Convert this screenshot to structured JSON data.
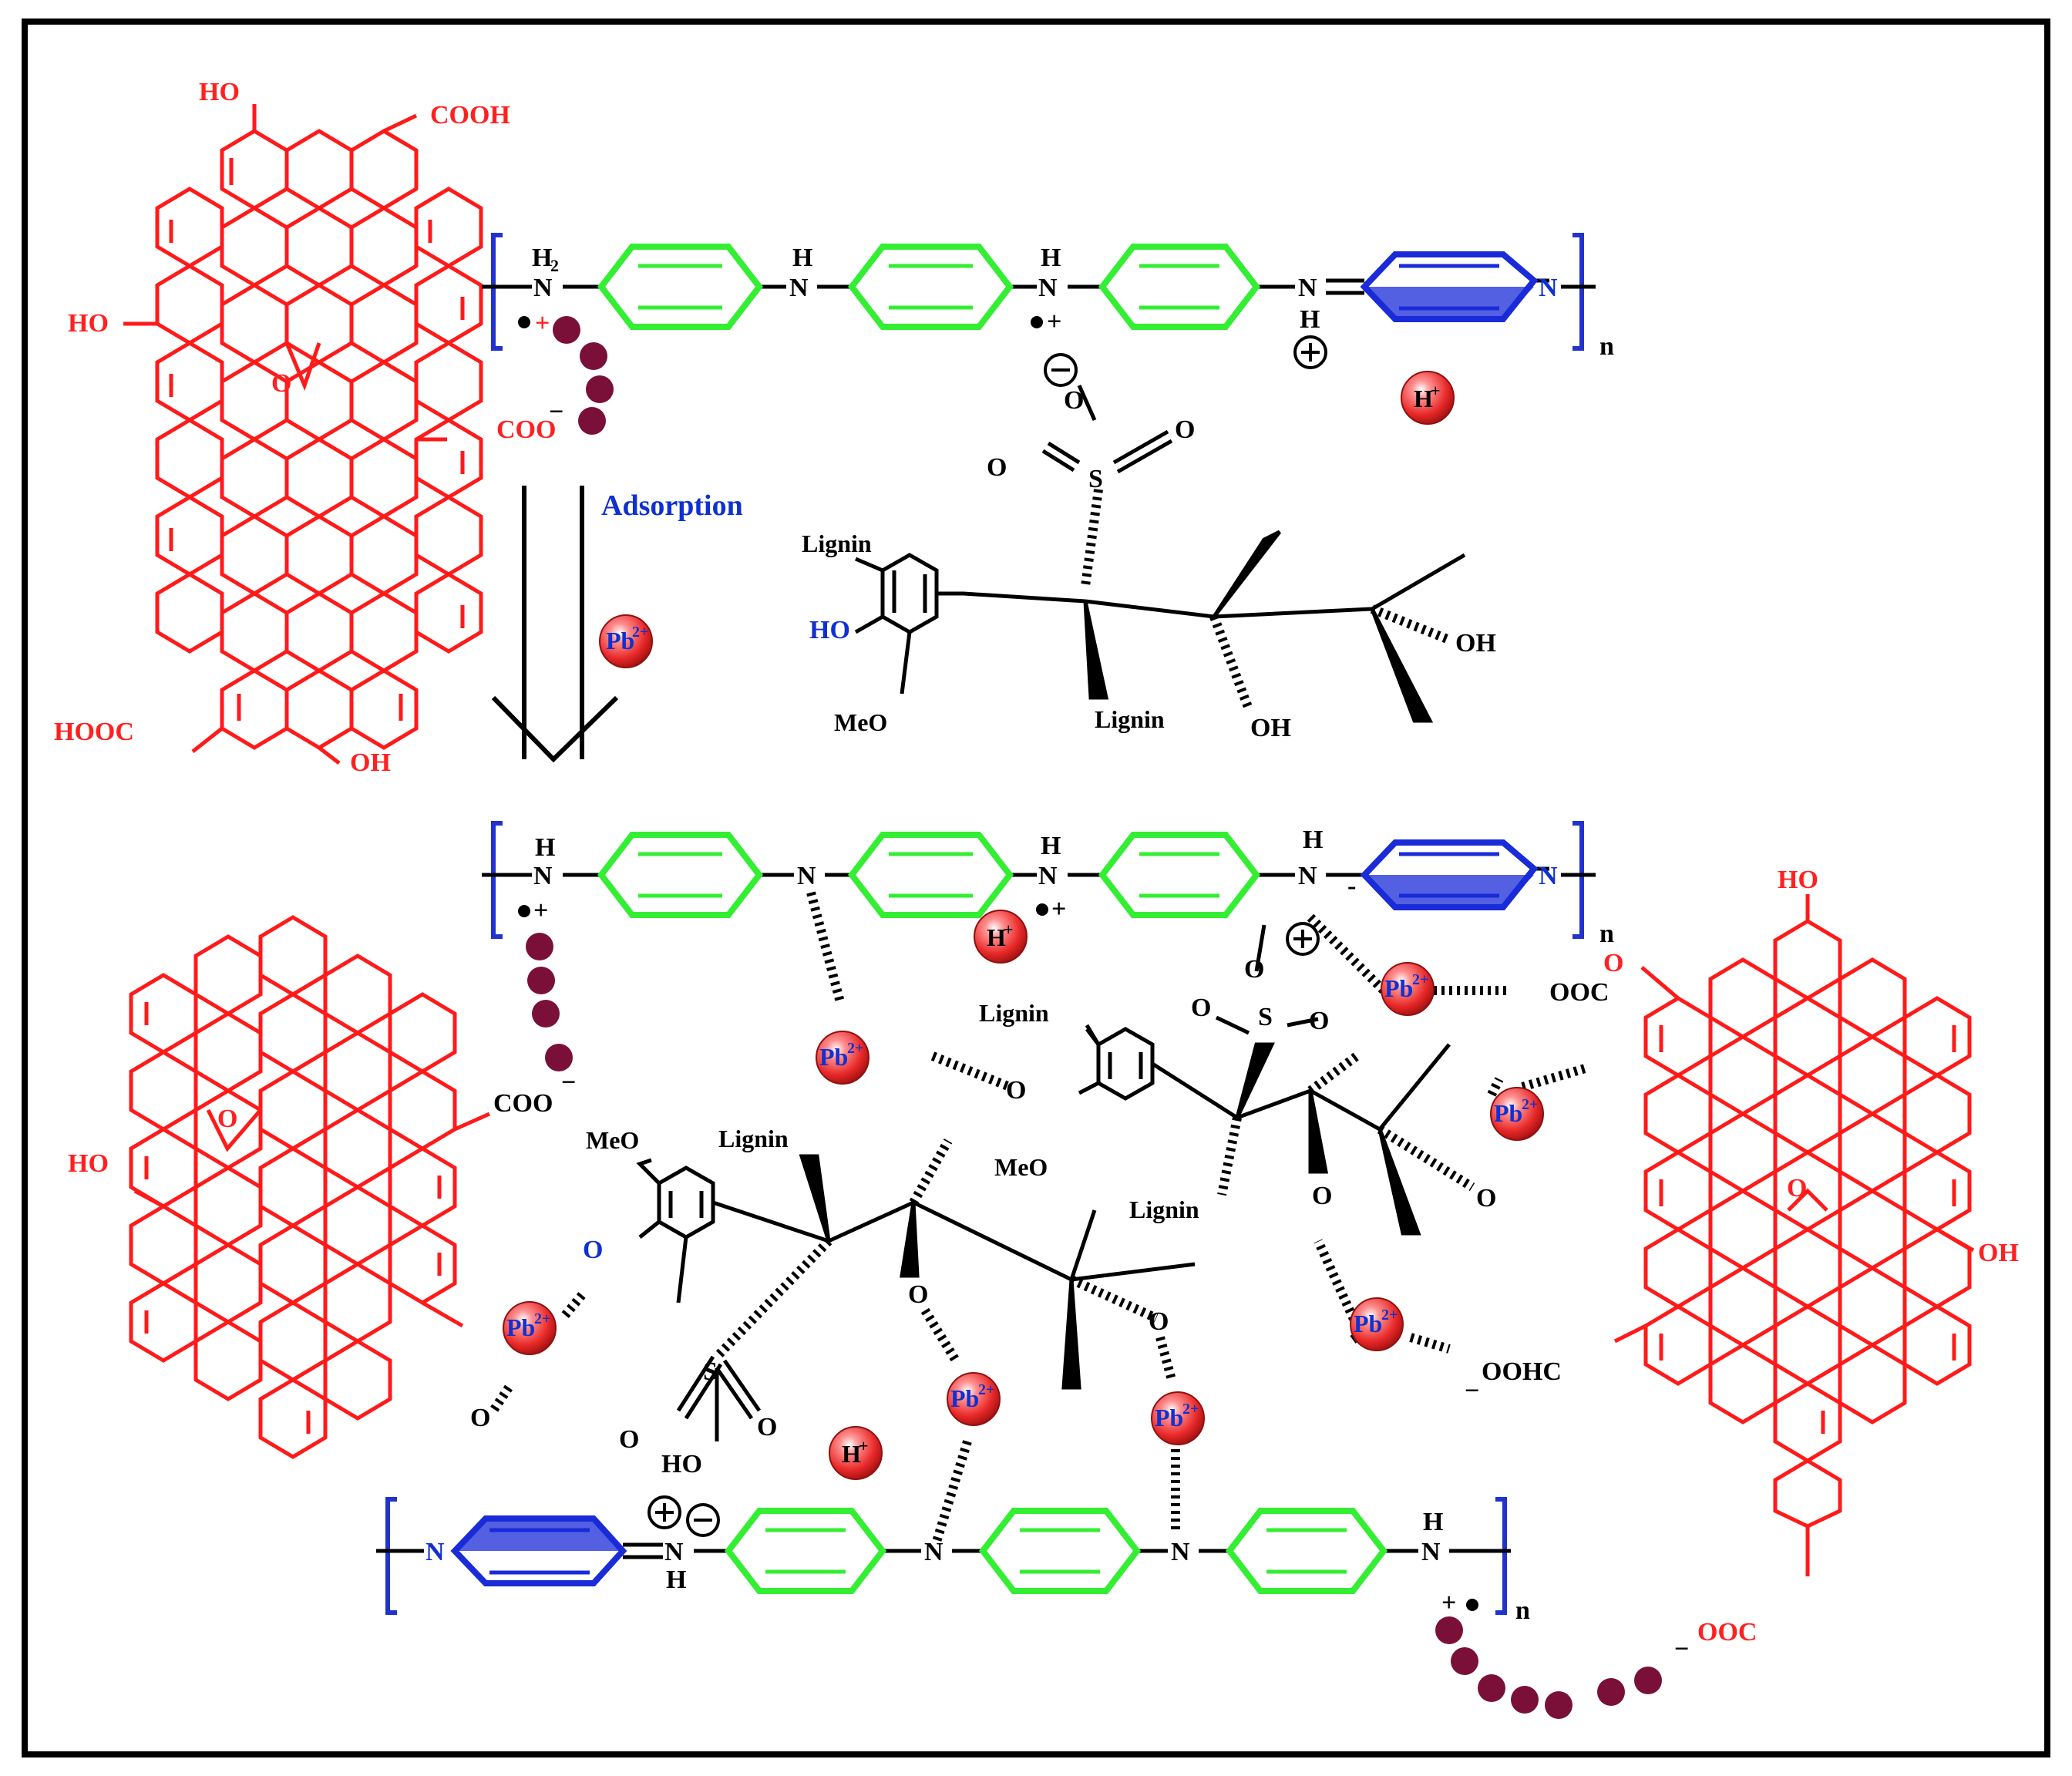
{
  "colors": {
    "graphene": "#ff1a1a",
    "polymer_benzenoid": "#33ee33",
    "polymer_quinoid": "#1a2bd8",
    "bracket": "#2233cc",
    "bead": "#7a1038",
    "ion": "#e83030",
    "text_black": "#000000",
    "text_blue": "#1030d0"
  },
  "icons": [
    "lead-ion-sphere-icon",
    "proton-sphere-icon",
    "adsorption-arrow-icon",
    "plus-circle-icon",
    "minus-circle-icon"
  ],
  "top_panel": {
    "graphene_labels": {
      "ho_top": "HO",
      "cooh_top": "COOH",
      "ho_left": "HO",
      "epoxy_o": "O",
      "coo": "COO",
      "coo_minus": "−",
      "hooc": "HOOC",
      "oh_bottom": "OH"
    },
    "polymer_labels": {
      "h2": "H",
      "h2_sub": "2",
      "n1": "N",
      "h_mid": "H",
      "n_mid": "N",
      "h_mid2": "H",
      "n_mid2": "N",
      "n_imine": "N",
      "h_imine": "H",
      "n_end": "N",
      "subscript_n": "n",
      "dot_plus_1": "+",
      "dot_plus_2": "+"
    },
    "adsorption_label": "Adsorption",
    "ions": {
      "pb": "Pb",
      "pb_charge": "2+",
      "h": "H",
      "h_charge": "+"
    },
    "lignin_labels": {
      "o_minus_sulfonate": "O",
      "o_left": "O",
      "o_right": "O",
      "s": "S",
      "lignin_top": "Lignin",
      "ho": "HO",
      "meo": "MeO",
      "lignin_bottom": "Lignin",
      "oh_mid": "OH",
      "oh_right": "OH"
    }
  },
  "bottom_panel": {
    "polymer_top_labels": {
      "h1": "H",
      "n1": "N",
      "n_mid": "N",
      "h_mid": "H",
      "n_mid2": "N",
      "h_imine": "H",
      "n_imine": "N",
      "n_end": "N",
      "subscript_n": "n",
      "dot_plus_1": "+",
      "dot_plus_2": "+",
      "minus": "-"
    },
    "coo_left": "COO",
    "coo_left_minus": "−",
    "ooc_right": "OOC",
    "lignin_labels": {
      "o_sulf": "O",
      "o_sulf_left": "O",
      "o_sulf_right": "O",
      "s": "S",
      "lignin_a": "Lignin",
      "o_phenol": "O",
      "meo_a": "MeO",
      "lignin_b": "Lignin",
      "o_mid": "O",
      "o_right": "O",
      "meo_b": "MeO",
      "lignin_c": "Lignin",
      "o_phenol_b": "O",
      "o_s2": "O",
      "s2": "S",
      "o_s2_right": "O",
      "ho_s2": "HO",
      "o_c1": "O",
      "o_c2": "O"
    },
    "graphene_left_labels": {
      "epoxy_o": "O",
      "ho": "HO",
      "o_bottom": "O"
    },
    "graphene_right_labels": {
      "ho_top": "HO",
      "o_ester": "O",
      "epoxy_o": "O",
      "oh": "OH",
      "oohc": "OOHC",
      "oohc_minus": "−",
      "ooc_bottom": "OOC",
      "ooc_bottom_minus": "−"
    },
    "polymer_bottom_labels": {
      "n_start": "N",
      "n_imine": "N",
      "h_imine": "H",
      "n_mid": "N",
      "n_mid2": "N",
      "h_end": "H",
      "n_end": "N",
      "subscript_n": "n",
      "plus_dot": "+"
    },
    "ions": {
      "pb": "Pb",
      "pb_charge": "2+",
      "h": "H",
      "h_charge": "+"
    }
  }
}
